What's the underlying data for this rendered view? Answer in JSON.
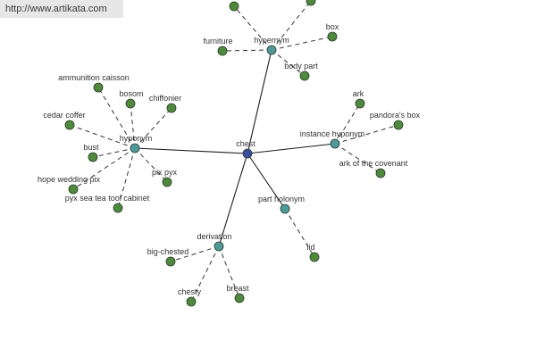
{
  "watermark": "http://www.artikata.com",
  "colors": {
    "center": "#3a4ea0",
    "relation": "#4e9a9a",
    "leaf": "#4f8a3c"
  },
  "graph": {
    "center": {
      "id": "chest",
      "label": "chest"
    },
    "relations": [
      {
        "id": "hypernym",
        "label": "hypernym",
        "leaves": [
          {
            "id": "top-1",
            "label": ""
          },
          {
            "id": "top-2",
            "label": ""
          },
          {
            "id": "furniture",
            "label": "furniture"
          },
          {
            "id": "box",
            "label": "box"
          },
          {
            "id": "body-part",
            "label": "body part"
          }
        ]
      },
      {
        "id": "hyponym",
        "label": "hyponym",
        "leaves": [
          {
            "id": "ammunition-caisson",
            "label": "ammunition caisson"
          },
          {
            "id": "bosom",
            "label": "bosom"
          },
          {
            "id": "chiffonier",
            "label": "chiffonier"
          },
          {
            "id": "cedar-coffer",
            "label": "cedar coffer"
          },
          {
            "id": "bust",
            "label": "bust"
          },
          {
            "id": "pix-pyx",
            "label": "pix pyx"
          },
          {
            "id": "hope-wedding-pix",
            "label": "hope wedding pix"
          },
          {
            "id": "pyx-sea-tea-tool-cabinet",
            "label": "pyx sea tea tool cabinet"
          }
        ]
      },
      {
        "id": "instance-hyponym",
        "label": "instance hyponym",
        "leaves": [
          {
            "id": "ark",
            "label": "ark"
          },
          {
            "id": "pandoras-box",
            "label": "pandora's box"
          },
          {
            "id": "ark-of-the-covenant",
            "label": "ark of the covenant"
          }
        ]
      },
      {
        "id": "part-holonym",
        "label": "part holonym",
        "leaves": [
          {
            "id": "lid",
            "label": "lid"
          }
        ]
      },
      {
        "id": "derivation",
        "label": "derivation",
        "leaves": [
          {
            "id": "big-chested",
            "label": "big-chested"
          },
          {
            "id": "chesty",
            "label": "chesty"
          },
          {
            "id": "breast",
            "label": "breast"
          }
        ]
      }
    ]
  }
}
